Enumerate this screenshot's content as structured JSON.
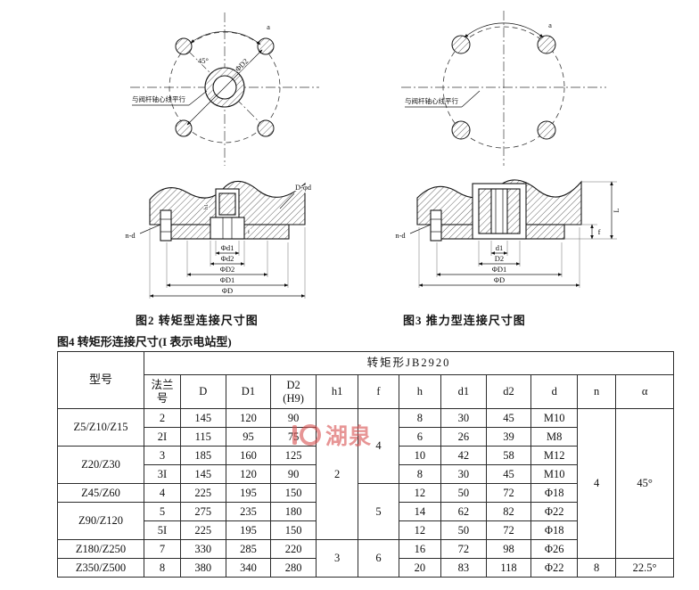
{
  "page": {
    "caption_fig2": "图2 转矩型连接尺寸图",
    "caption_fig3": "图3 推力型连接尺寸图",
    "table_title": "图4 转矩形连接尺寸(I 表示电站型)"
  },
  "watermark": {
    "text": "湖泉",
    "color": "#d84f4f"
  },
  "fig_top_left": {
    "arc_label": "a",
    "angle_label": "45°",
    "diag_label": "ΦD2",
    "note": "与阀杆轴心线平行"
  },
  "fig_top_right": {
    "arc_label": "a",
    "note": "与阀杆轴心线平行"
  },
  "fig_section_left": {
    "bolt_callout": "n-d",
    "hole_callout": "D-φd",
    "h1_label": "h1",
    "f_label": "f",
    "dims": [
      "Φd1",
      "Φd2",
      "ΦD2",
      "ΦD1",
      "ΦD"
    ]
  },
  "fig_section_right": {
    "bolt_callout": "n-d",
    "L_label": "L",
    "f_label": "f",
    "dims": [
      "d1",
      "D2",
      "ΦD1",
      "ΦD"
    ]
  },
  "table": {
    "model_header": "型号",
    "group_header": "转矩形JB2920",
    "columns": [
      "法兰\n号",
      "D",
      "D1",
      "D2\n(H9)",
      "h1",
      "f",
      "h",
      "d1",
      "d2",
      "d",
      "n",
      "α"
    ],
    "rows": [
      [
        {
          "v": "Z5/Z10/Z15",
          "rs": 2,
          "model": true
        },
        {
          "v": "2"
        },
        {
          "v": "145"
        },
        {
          "v": "120"
        },
        {
          "v": "90"
        },
        {
          "v": "2",
          "rs": 7
        },
        {
          "v": "4",
          "rs": 4
        },
        {
          "v": "8"
        },
        {
          "v": "30"
        },
        {
          "v": "45"
        },
        {
          "v": "M10"
        },
        {
          "v": "4",
          "rs": 8
        },
        {
          "v": "45°",
          "rs": 8
        }
      ],
      [
        {
          "v": "2I"
        },
        {
          "v": "115"
        },
        {
          "v": "95"
        },
        {
          "v": "75"
        },
        {
          "v": "6"
        },
        {
          "v": "26"
        },
        {
          "v": "39"
        },
        {
          "v": "M8"
        }
      ],
      [
        {
          "v": "Z20/Z30",
          "rs": 2,
          "model": true
        },
        {
          "v": "3"
        },
        {
          "v": "185"
        },
        {
          "v": "160"
        },
        {
          "v": "125"
        },
        {
          "v": "10"
        },
        {
          "v": "42"
        },
        {
          "v": "58"
        },
        {
          "v": "M12"
        }
      ],
      [
        {
          "v": "3I"
        },
        {
          "v": "145"
        },
        {
          "v": "120"
        },
        {
          "v": "90"
        },
        {
          "v": "8"
        },
        {
          "v": "30"
        },
        {
          "v": "45"
        },
        {
          "v": "M10"
        }
      ],
      [
        {
          "v": "Z45/Z60",
          "model": true
        },
        {
          "v": "4"
        },
        {
          "v": "225"
        },
        {
          "v": "195"
        },
        {
          "v": "150"
        },
        {
          "v": "5",
          "rs": 3
        },
        {
          "v": "12"
        },
        {
          "v": "50"
        },
        {
          "v": "72"
        },
        {
          "v": "Φ18"
        }
      ],
      [
        {
          "v": "Z90/Z120",
          "rs": 2,
          "model": true
        },
        {
          "v": "5"
        },
        {
          "v": "275"
        },
        {
          "v": "235"
        },
        {
          "v": "180"
        },
        {
          "v": "14"
        },
        {
          "v": "62"
        },
        {
          "v": "82"
        },
        {
          "v": "Φ22"
        }
      ],
      [
        {
          "v": "5I"
        },
        {
          "v": "225"
        },
        {
          "v": "195"
        },
        {
          "v": "150"
        },
        {
          "v": "12"
        },
        {
          "v": "50"
        },
        {
          "v": "72"
        },
        {
          "v": "Φ18"
        }
      ],
      [
        {
          "v": "Z180/Z250",
          "model": true
        },
        {
          "v": "7"
        },
        {
          "v": "330"
        },
        {
          "v": "285"
        },
        {
          "v": "220"
        },
        {
          "v": "3",
          "rs": 2
        },
        {
          "v": "6",
          "rs": 2
        },
        {
          "v": "16"
        },
        {
          "v": "72"
        },
        {
          "v": "98"
        },
        {
          "v": "Φ26"
        }
      ],
      [
        {
          "v": "Z350/Z500",
          "model": true
        },
        {
          "v": "8"
        },
        {
          "v": "380"
        },
        {
          "v": "340"
        },
        {
          "v": "280"
        },
        {
          "v": "20"
        },
        {
          "v": "83"
        },
        {
          "v": "118"
        },
        {
          "v": "Φ22"
        },
        {
          "v": "8"
        },
        {
          "v": "22.5°"
        }
      ]
    ]
  }
}
